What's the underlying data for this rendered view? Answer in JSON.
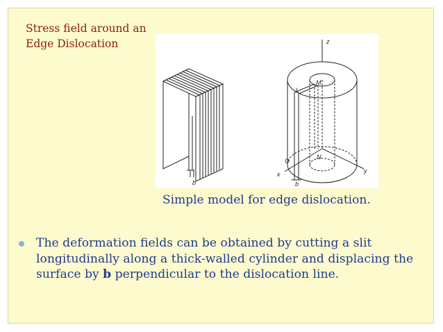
{
  "slide": {
    "title_line1": "Stress field around an",
    "title_line2": "Edge Dislocation",
    "figure": {
      "labels": {
        "b_left": "b",
        "z": "z",
        "M": "M",
        "L": "L",
        "O": "O",
        "N": "N",
        "x": "x",
        "y": "y",
        "b_right": "b"
      }
    },
    "caption": "Simple model for edge dislocation.",
    "bullet": {
      "text_before": "The deformation fields can be obtained by cutting a slit longitudinally along a thick-walled cylinder and displacing the surface by ",
      "bold": "b",
      "text_after": " perpendicular to the dislocation line."
    },
    "colors": {
      "background": "#fdfbcd",
      "title": "#8b1d12",
      "body_text": "#1e3a8f",
      "bullet": "#8fb3d6"
    }
  }
}
